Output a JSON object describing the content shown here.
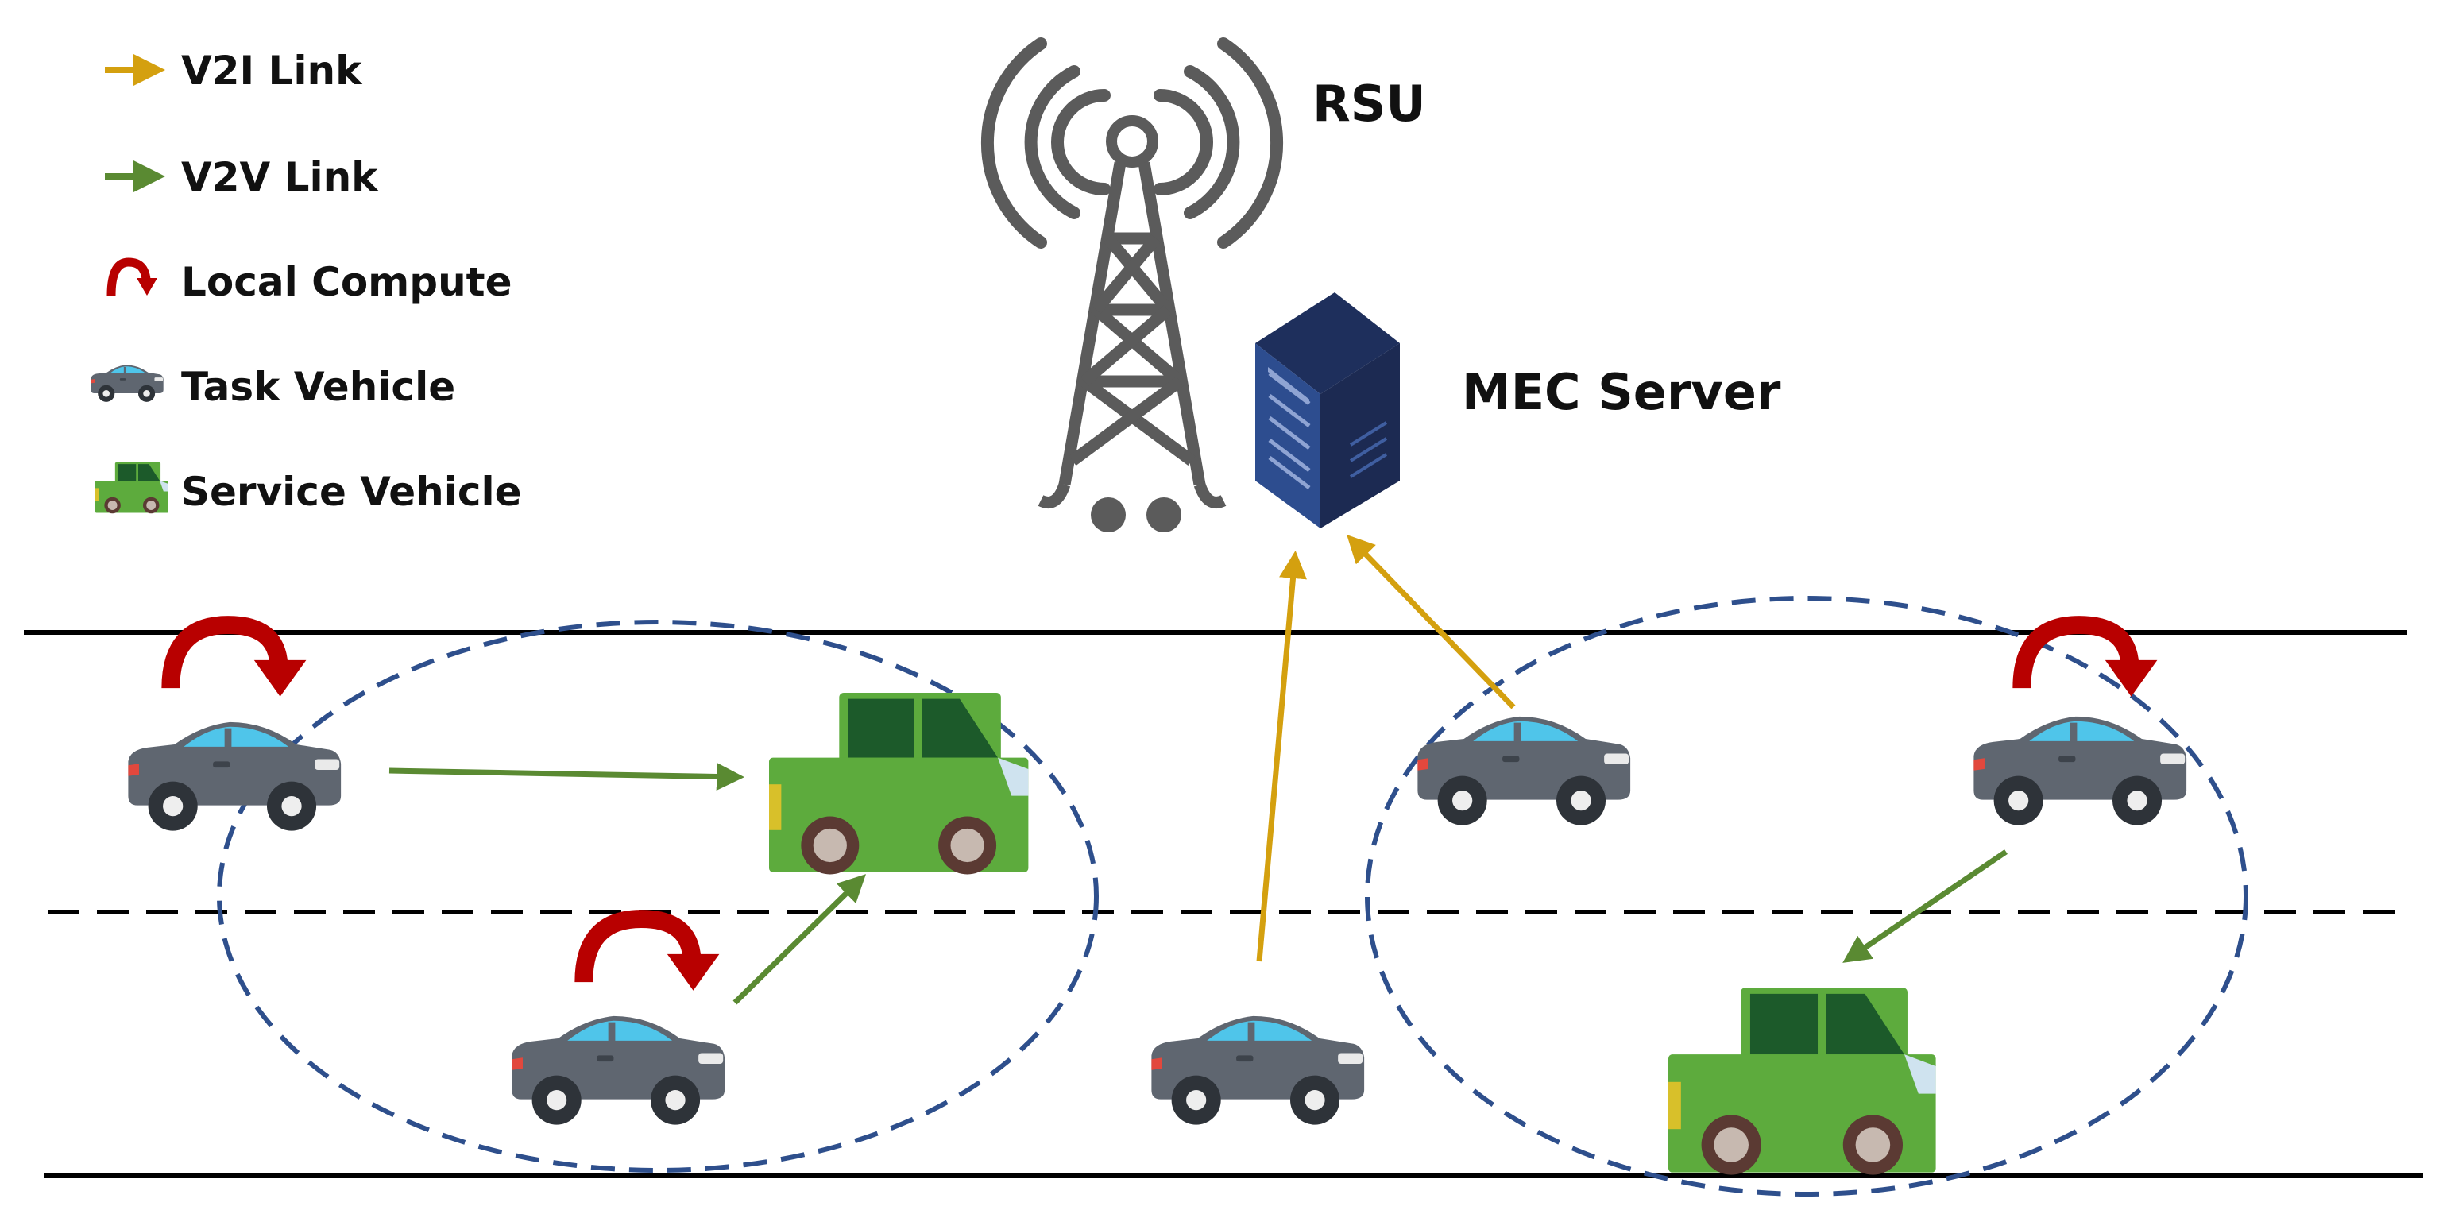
{
  "legend": {
    "items": [
      {
        "label": "V2I Link",
        "icon": "orange-arrow-icon"
      },
      {
        "label": "V2V Link",
        "icon": "green-arrow-icon"
      },
      {
        "label": "Local Compute",
        "icon": "red-curved-arrow-icon"
      },
      {
        "label": "Task Vehicle",
        "icon": "gray-car-icon"
      },
      {
        "label": "Service Vehicle",
        "icon": "green-truck-icon"
      }
    ]
  },
  "labels": {
    "rsu": "RSU",
    "mec_server": "MEC Server"
  },
  "colors": {
    "v2i_link": "#d4a00f",
    "v2v_link": "#5a8a32",
    "local_compute": "#b80000",
    "task_vehicle_body": "#5f6670",
    "service_vehicle_body": "#5dab3d",
    "cluster_outline": "#2e4f8c",
    "road_line": "#000000",
    "tower": "#5b5b5b",
    "server": "#2a3f73"
  }
}
